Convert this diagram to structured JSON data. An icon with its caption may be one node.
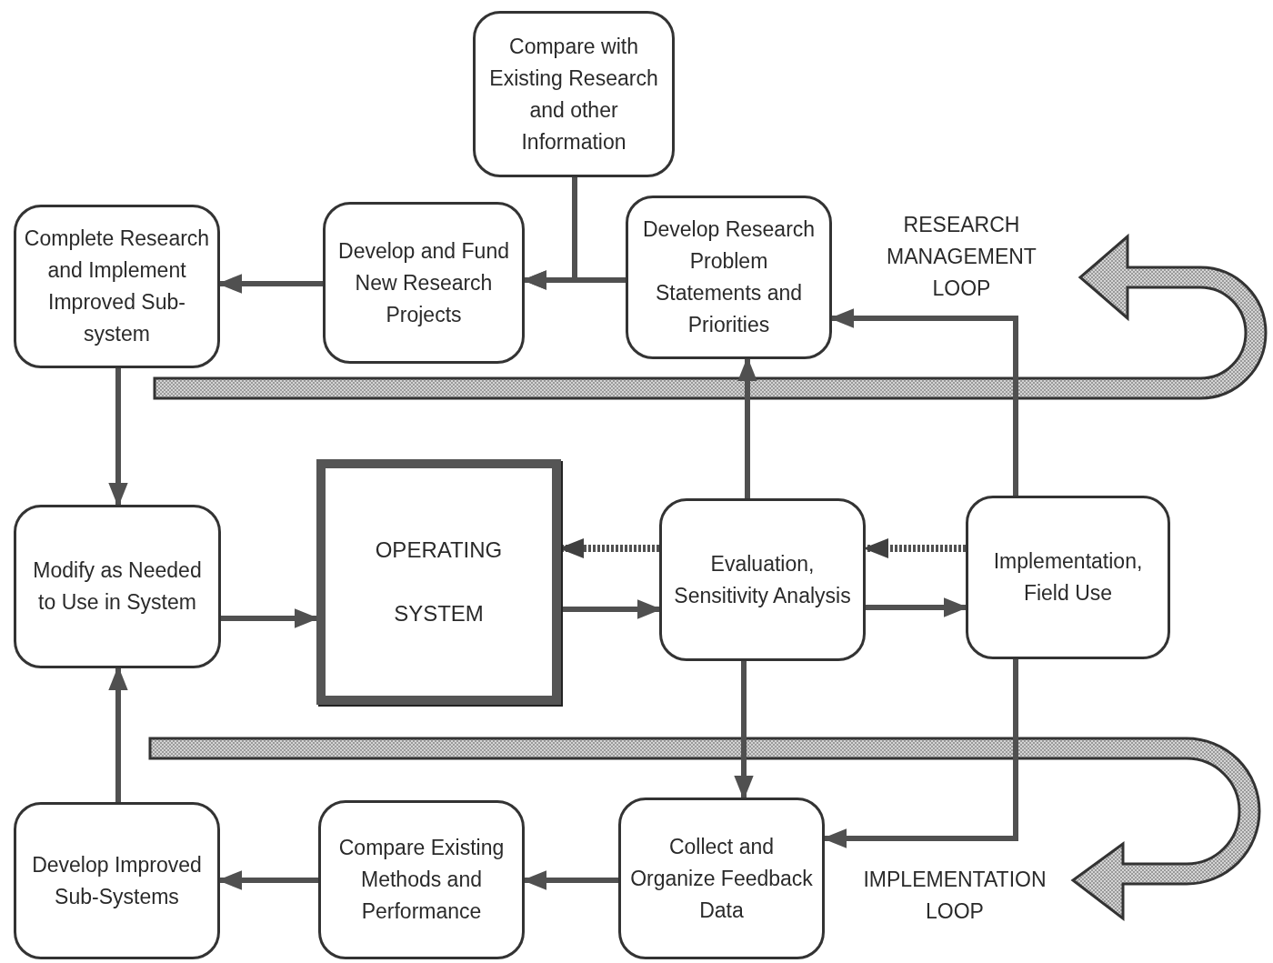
{
  "diagram": {
    "nodes": [
      {
        "text": [
          "Compare with Existing Research and other Information"
        ]
      },
      {
        "text": [
          "Complete Research and Implement Improved Sub-system"
        ]
      },
      {
        "text": [
          "Develop and Fund New Research Projects"
        ]
      },
      {
        "text": [
          "Develop Research Problem Statements and Priorities"
        ]
      },
      {
        "text": [
          "Modify as Needed to Use in System"
        ]
      },
      {
        "text": [
          "OPERATING SYSTEM"
        ]
      },
      {
        "text": [
          "Evaluation, Sensitivity Analysis"
        ]
      },
      {
        "text": [
          "Implementation, Field Use"
        ]
      },
      {
        "text": [
          "Develop Improved Sub-Systems"
        ]
      },
      {
        "text": [
          "Compare Existing Methods and Performance"
        ]
      },
      {
        "text": [
          "Collect and Organize Feedback Data"
        ]
      }
    ],
    "edges": [
      {
        "from": 0,
        "to": 2,
        "arrow": "to"
      },
      {
        "from": 3,
        "to": 2,
        "arrow": "to"
      },
      {
        "from": 2,
        "to": 1,
        "arrow": "to"
      },
      {
        "from": 1,
        "to": 4,
        "arrow": "to"
      },
      {
        "from": 4,
        "to": 5,
        "arrow": "to"
      },
      {
        "from": 5,
        "to": 6,
        "arrow": "to"
      },
      {
        "from": 6,
        "to": 5,
        "arrow": "to",
        "style": "dashed"
      },
      {
        "from": 6,
        "to": 7,
        "arrow": "to"
      },
      {
        "from": 7,
        "to": 6,
        "arrow": "to",
        "style": "dashed"
      },
      {
        "from": 6,
        "to": 3,
        "arrow": "to"
      },
      {
        "from": 7,
        "to": 3,
        "arrow": "to"
      },
      {
        "from": 6,
        "to": 10,
        "arrow": "to"
      },
      {
        "from": 7,
        "to": 10,
        "arrow": "to"
      },
      {
        "from": 10,
        "to": 9,
        "arrow": "to"
      },
      {
        "from": 9,
        "to": 8,
        "arrow": "to"
      },
      {
        "from": 8,
        "to": 4,
        "arrow": "to"
      }
    ],
    "labels": [
      "RESEARCH MANAGEMENT LOOP",
      "IMPLEMENTATION LOOP"
    ]
  }
}
